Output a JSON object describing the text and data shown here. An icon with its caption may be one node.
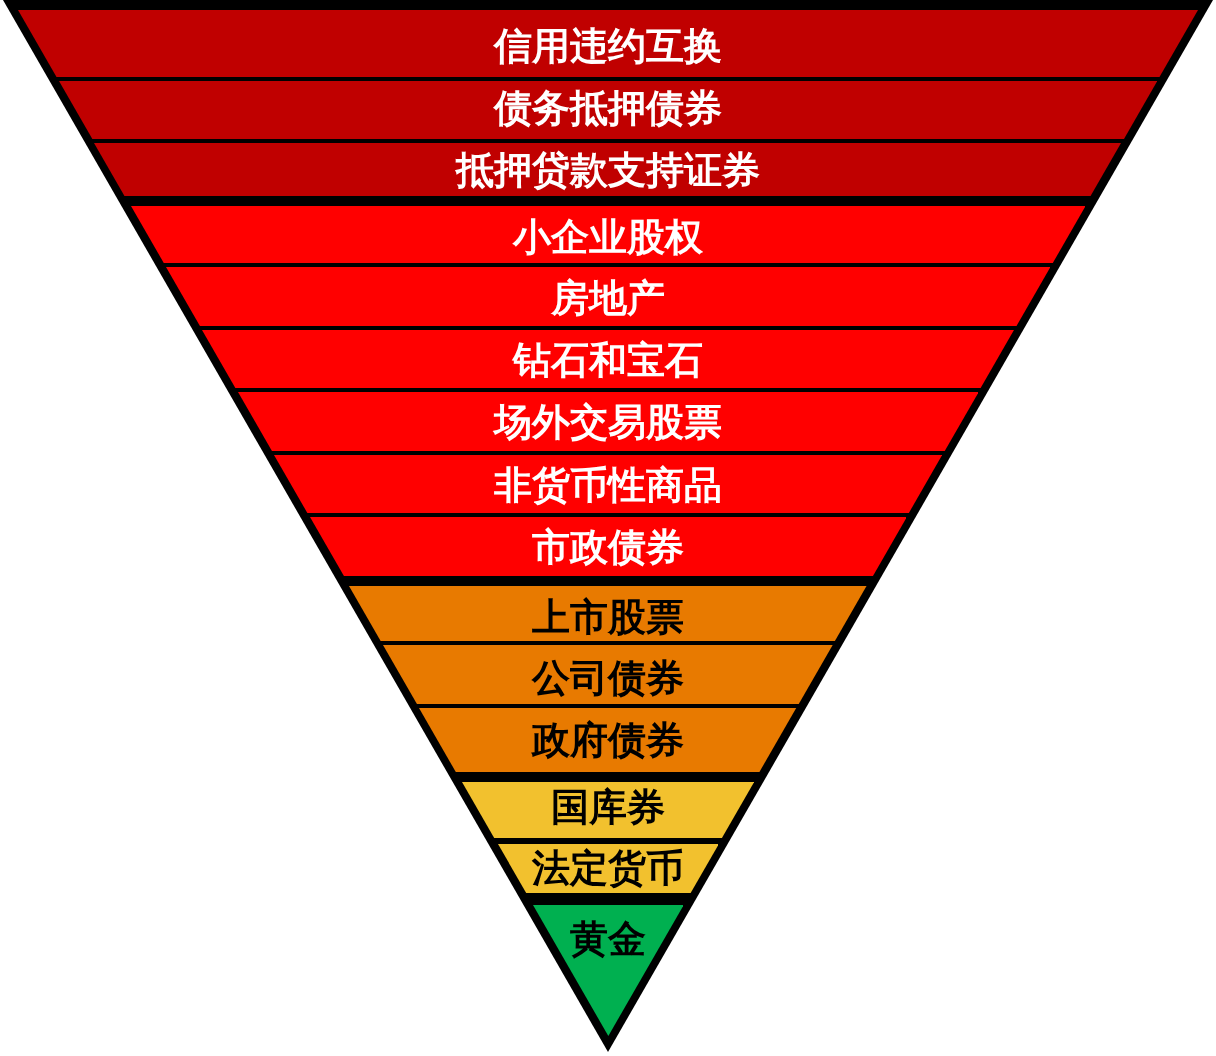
{
  "diagram": {
    "nodes": [
      {
        "text": [
          "信用违约互换"
        ]
      },
      {
        "text": [
          "债务抵押债券"
        ]
      },
      {
        "text": [
          "抵押贷款支持证券"
        ]
      },
      {
        "text": [
          "小企业股权"
        ]
      },
      {
        "text": [
          "房地产"
        ]
      },
      {
        "text": [
          "钻石和宝石"
        ]
      },
      {
        "text": [
          "场外交易股票"
        ]
      },
      {
        "text": [
          "非货币性商品"
        ]
      },
      {
        "text": [
          "市政债券"
        ]
      },
      {
        "text": [
          "上市股票"
        ]
      },
      {
        "text": [
          "公司债券"
        ]
      },
      {
        "text": [
          "政府债券"
        ]
      },
      {
        "text": [
          "国库券"
        ]
      },
      {
        "text": [
          "法定货币"
        ]
      },
      {
        "text": [
          "黄金"
        ]
      }
    ]
  }
}
